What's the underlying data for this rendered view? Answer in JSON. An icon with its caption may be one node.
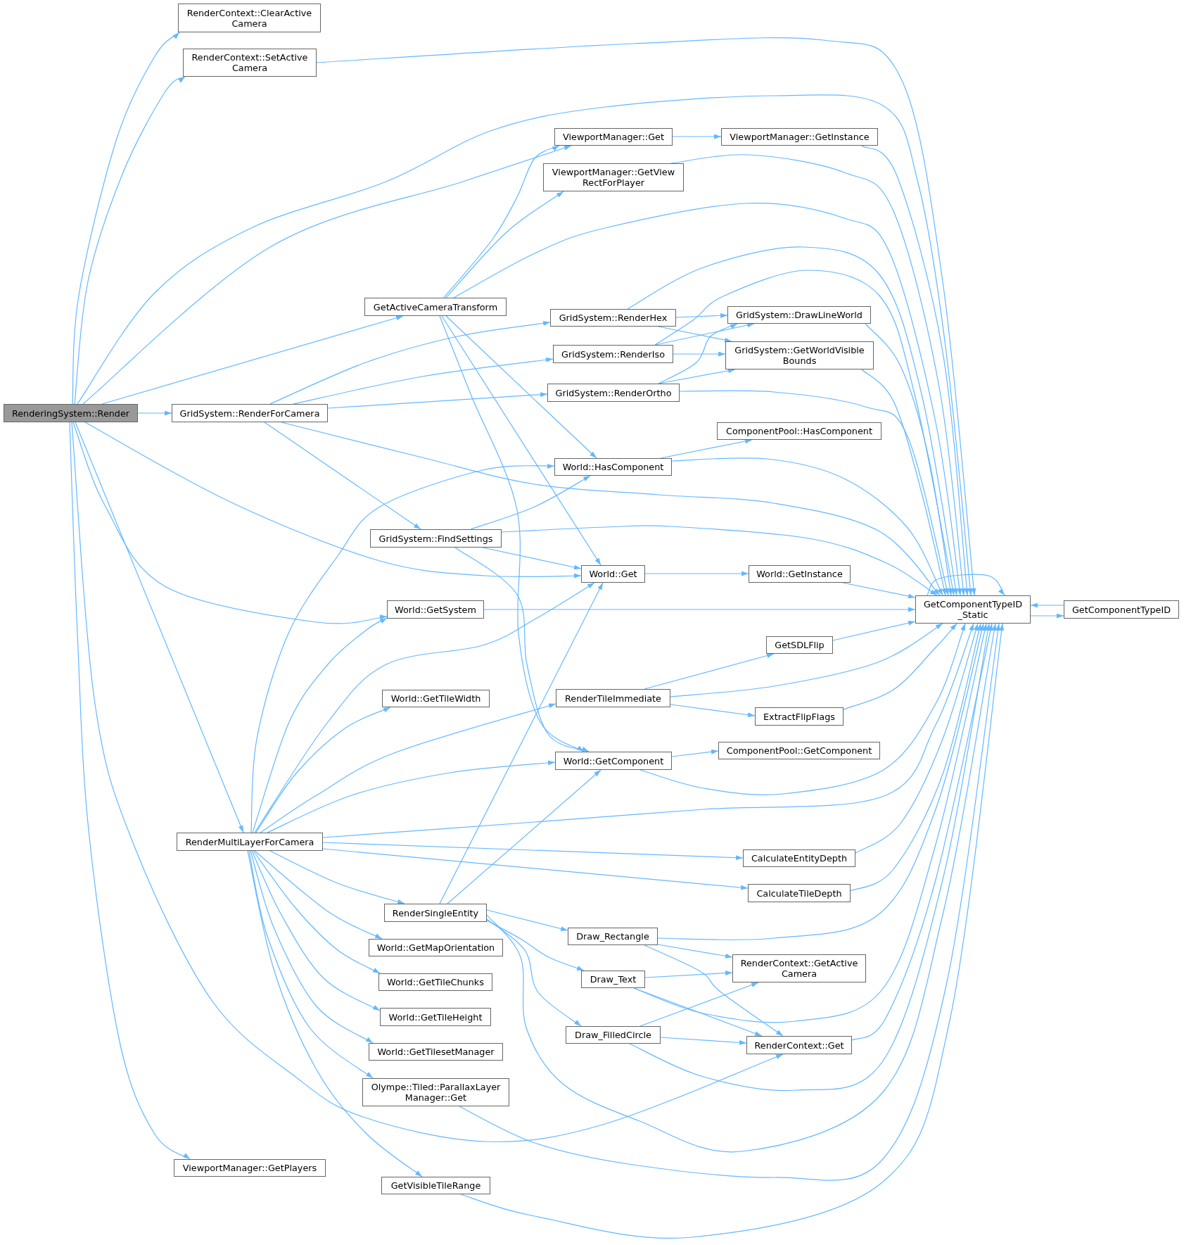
{
  "diagram": {
    "nodes": [
      {
        "text": [
          "RenderingSystem::Render"
        ]
      },
      {
        "text": [
          "RenderContext::ClearActive Camera"
        ]
      },
      {
        "text": [
          "RenderContext::SetActive Camera"
        ]
      },
      {
        "text": [
          "ViewportManager::Get"
        ]
      },
      {
        "text": [
          "ViewportManager::GetInstance"
        ]
      },
      {
        "text": [
          "ViewportManager::GetView RectForPlayer"
        ]
      },
      {
        "text": [
          "GetActiveCameraTransform"
        ]
      },
      {
        "text": [
          "GridSystem::RenderHex"
        ]
      },
      {
        "text": [
          "GridSystem::DrawLineWorld"
        ]
      },
      {
        "text": [
          "GridSystem::RenderIso"
        ]
      },
      {
        "text": [
          "GridSystem::GetWorldVisible Bounds"
        ]
      },
      {
        "text": [
          "GridSystem::RenderOrtho"
        ]
      },
      {
        "text": [
          "GridSystem::RenderForCamera"
        ]
      },
      {
        "text": [
          "ComponentPool::HasComponent"
        ]
      },
      {
        "text": [
          "World::HasComponent"
        ]
      },
      {
        "text": [
          "GridSystem::FindSettings"
        ]
      },
      {
        "text": [
          "World::Get"
        ]
      },
      {
        "text": [
          "World::GetInstance"
        ]
      },
      {
        "text": [
          "GetComponentTypeID _Static"
        ]
      },
      {
        "text": [
          "GetComponentTypeID"
        ]
      },
      {
        "text": [
          "World::GetSystem"
        ]
      },
      {
        "text": [
          "GetSDLFlip"
        ]
      },
      {
        "text": [
          "World::GetTileWidth"
        ]
      },
      {
        "text": [
          "RenderTileImmediate"
        ]
      },
      {
        "text": [
          "ExtractFlipFlags"
        ]
      },
      {
        "text": [
          "World::GetComponent"
        ]
      },
      {
        "text": [
          "ComponentPool::GetComponent"
        ]
      },
      {
        "text": [
          "RenderMultiLayerForCamera"
        ]
      },
      {
        "text": [
          "CalculateEntityDepth"
        ]
      },
      {
        "text": [
          "CalculateTileDepth"
        ]
      },
      {
        "text": [
          "RenderSingleEntity"
        ]
      },
      {
        "text": [
          "Draw_Rectangle"
        ]
      },
      {
        "text": [
          "World::GetMapOrientation"
        ]
      },
      {
        "text": [
          "RenderContext::GetActive Camera"
        ]
      },
      {
        "text": [
          "Draw_Text"
        ]
      },
      {
        "text": [
          "World::GetTileChunks"
        ]
      },
      {
        "text": [
          "World::GetTileHeight"
        ]
      },
      {
        "text": [
          "Draw_FilledCircle"
        ]
      },
      {
        "text": [
          "RenderContext::Get"
        ]
      },
      {
        "text": [
          "World::GetTilesetManager"
        ]
      },
      {
        "text": [
          "Olympe::Tiled::ParallaxLayer Manager::Get"
        ]
      },
      {
        "text": [
          "ViewportManager::GetPlayers"
        ]
      },
      {
        "text": [
          "GetVisibleTileRange"
        ]
      }
    ],
    "edges": [
      {
        "from": 0,
        "to": 1,
        "arrow": "to"
      },
      {
        "from": 0,
        "to": 2,
        "arrow": "to"
      },
      {
        "from": 0,
        "to": 18,
        "arrow": "to"
      },
      {
        "from": 0,
        "to": 3,
        "arrow": "to"
      },
      {
        "from": 0,
        "to": 6,
        "arrow": "to"
      },
      {
        "from": 0,
        "to": 12,
        "arrow": "to"
      },
      {
        "from": 0,
        "to": 16,
        "arrow": "to"
      },
      {
        "from": 0,
        "to": 20,
        "arrow": "to"
      },
      {
        "from": 0,
        "to": 27,
        "arrow": "to"
      },
      {
        "from": 0,
        "to": 38,
        "arrow": "to"
      },
      {
        "from": 0,
        "to": 41,
        "arrow": "to"
      },
      {
        "from": 2,
        "to": 18,
        "arrow": "to"
      },
      {
        "from": 3,
        "to": 4,
        "arrow": "to"
      },
      {
        "from": 4,
        "to": 18,
        "arrow": "to"
      },
      {
        "from": 5,
        "to": 18,
        "arrow": "to"
      },
      {
        "from": 6,
        "to": 3,
        "arrow": "to"
      },
      {
        "from": 6,
        "to": 5,
        "arrow": "to"
      },
      {
        "from": 6,
        "to": 18,
        "arrow": "to"
      },
      {
        "from": 6,
        "to": 14,
        "arrow": "to"
      },
      {
        "from": 6,
        "to": 16,
        "arrow": "to"
      },
      {
        "from": 6,
        "to": 25,
        "arrow": "to"
      },
      {
        "from": 7,
        "to": 18,
        "arrow": "to"
      },
      {
        "from": 7,
        "to": 8,
        "arrow": "to"
      },
      {
        "from": 7,
        "to": 10,
        "arrow": "to"
      },
      {
        "from": 8,
        "to": 18,
        "arrow": "to"
      },
      {
        "from": 9,
        "to": 18,
        "arrow": "to"
      },
      {
        "from": 9,
        "to": 8,
        "arrow": "to"
      },
      {
        "from": 9,
        "to": 10,
        "arrow": "to"
      },
      {
        "from": 10,
        "to": 18,
        "arrow": "to"
      },
      {
        "from": 11,
        "to": 8,
        "arrow": "to"
      },
      {
        "from": 11,
        "to": 10,
        "arrow": "to"
      },
      {
        "from": 11,
        "to": 18,
        "arrow": "to"
      },
      {
        "from": 12,
        "to": 7,
        "arrow": "to"
      },
      {
        "from": 12,
        "to": 9,
        "arrow": "to"
      },
      {
        "from": 12,
        "to": 11,
        "arrow": "to"
      },
      {
        "from": 12,
        "to": 18,
        "arrow": "to"
      },
      {
        "from": 12,
        "to": 15,
        "arrow": "to"
      },
      {
        "from": 14,
        "to": 13,
        "arrow": "to"
      },
      {
        "from": 14,
        "to": 18,
        "arrow": "to"
      },
      {
        "from": 15,
        "to": 14,
        "arrow": "to"
      },
      {
        "from": 15,
        "to": 18,
        "arrow": "to"
      },
      {
        "from": 15,
        "to": 16,
        "arrow": "to"
      },
      {
        "from": 15,
        "to": 25,
        "arrow": "to"
      },
      {
        "from": 16,
        "to": 17,
        "arrow": "to"
      },
      {
        "from": 17,
        "to": 18,
        "arrow": "to"
      },
      {
        "from": 18,
        "to": 18,
        "arrow": "to"
      },
      {
        "from": 18,
        "to": 19,
        "arrow": "to"
      },
      {
        "from": 19,
        "to": 18,
        "arrow": "to"
      },
      {
        "from": 20,
        "to": 18,
        "arrow": "to"
      },
      {
        "from": 21,
        "to": 18,
        "arrow": "to"
      },
      {
        "from": 23,
        "to": 21,
        "arrow": "to"
      },
      {
        "from": 23,
        "to": 18,
        "arrow": "to"
      },
      {
        "from": 23,
        "to": 24,
        "arrow": "to"
      },
      {
        "from": 24,
        "to": 18,
        "arrow": "to"
      },
      {
        "from": 25,
        "to": 26,
        "arrow": "to"
      },
      {
        "from": 25,
        "to": 18,
        "arrow": "to"
      },
      {
        "from": 27,
        "to": 14,
        "arrow": "to"
      },
      {
        "from": 27,
        "to": 20,
        "arrow": "to"
      },
      {
        "from": 27,
        "to": 16,
        "arrow": "to"
      },
      {
        "from": 27,
        "to": 22,
        "arrow": "to"
      },
      {
        "from": 27,
        "to": 23,
        "arrow": "to"
      },
      {
        "from": 27,
        "to": 25,
        "arrow": "to"
      },
      {
        "from": 27,
        "to": 18,
        "arrow": "to"
      },
      {
        "from": 27,
        "to": 28,
        "arrow": "to"
      },
      {
        "from": 27,
        "to": 29,
        "arrow": "to"
      },
      {
        "from": 27,
        "to": 30,
        "arrow": "to"
      },
      {
        "from": 27,
        "to": 32,
        "arrow": "to"
      },
      {
        "from": 27,
        "to": 35,
        "arrow": "to"
      },
      {
        "from": 27,
        "to": 36,
        "arrow": "to"
      },
      {
        "from": 27,
        "to": 39,
        "arrow": "to"
      },
      {
        "from": 27,
        "to": 40,
        "arrow": "to"
      },
      {
        "from": 27,
        "to": 42,
        "arrow": "to"
      },
      {
        "from": 28,
        "to": 18,
        "arrow": "to"
      },
      {
        "from": 29,
        "to": 18,
        "arrow": "to"
      },
      {
        "from": 30,
        "to": 16,
        "arrow": "to"
      },
      {
        "from": 30,
        "to": 25,
        "arrow": "to"
      },
      {
        "from": 30,
        "to": 31,
        "arrow": "to"
      },
      {
        "from": 30,
        "to": 34,
        "arrow": "to"
      },
      {
        "from": 30,
        "to": 37,
        "arrow": "to"
      },
      {
        "from": 30,
        "to": 18,
        "arrow": "to"
      },
      {
        "from": 31,
        "to": 18,
        "arrow": "to"
      },
      {
        "from": 31,
        "to": 33,
        "arrow": "to"
      },
      {
        "from": 31,
        "to": 38,
        "arrow": "to"
      },
      {
        "from": 34,
        "to": 33,
        "arrow": "to"
      },
      {
        "from": 34,
        "to": 38,
        "arrow": "to"
      },
      {
        "from": 34,
        "to": 18,
        "arrow": "to"
      },
      {
        "from": 37,
        "to": 33,
        "arrow": "to"
      },
      {
        "from": 37,
        "to": 38,
        "arrow": "to"
      },
      {
        "from": 37,
        "to": 18,
        "arrow": "to"
      },
      {
        "from": 38,
        "to": 18,
        "arrow": "to"
      },
      {
        "from": 40,
        "to": 18,
        "arrow": "to"
      },
      {
        "from": 42,
        "to": 18,
        "arrow": "to"
      }
    ]
  }
}
